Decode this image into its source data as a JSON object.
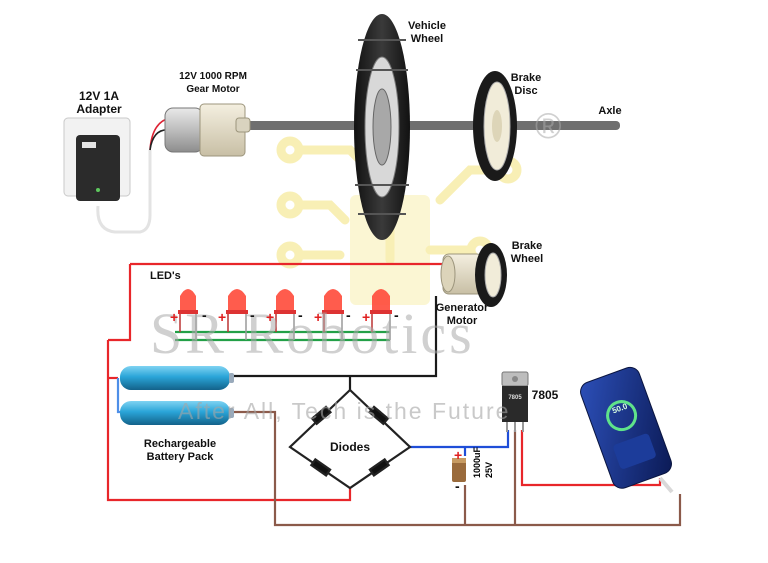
{
  "labels": {
    "adapter": "12V 1A\nAdapter",
    "gear_motor": "12V 1000 RPM\nGear Motor",
    "vehicle_wheel": "Vehicle\nWheel",
    "brake_disc": "Brake\nDisc",
    "axle": "Axle",
    "brake_wheel": "Brake\nWheel",
    "leds": "LED's",
    "generator_motor": "Generator\nMotor",
    "battery_pack": "Rechargeable\nBattery Pack",
    "diodes": "Diodes",
    "regulator": "7805",
    "regulator_marking": "7805",
    "capacitor_value": "1000uF",
    "capacitor_voltage": "25V",
    "powerbank_display": "50.0"
  },
  "watermark": {
    "brand": "SR Robotics",
    "tagline": "After All, Tech is the Future",
    "registered": "®"
  },
  "signs": {
    "plus": "+",
    "minus": "-"
  },
  "colors": {
    "positive_wire": "#e8262a",
    "negative_wire": "#1a1a1a",
    "led_bus_green": "#23a047",
    "led_bus_white": "#9a9a9a",
    "dc_wire": "#1f4ed8",
    "ground_wire": "#8b5a4a",
    "battery_blue": "#27a7d8",
    "powerbank_blue": "#1e3a8a",
    "led_red": "#ff4a3a"
  }
}
